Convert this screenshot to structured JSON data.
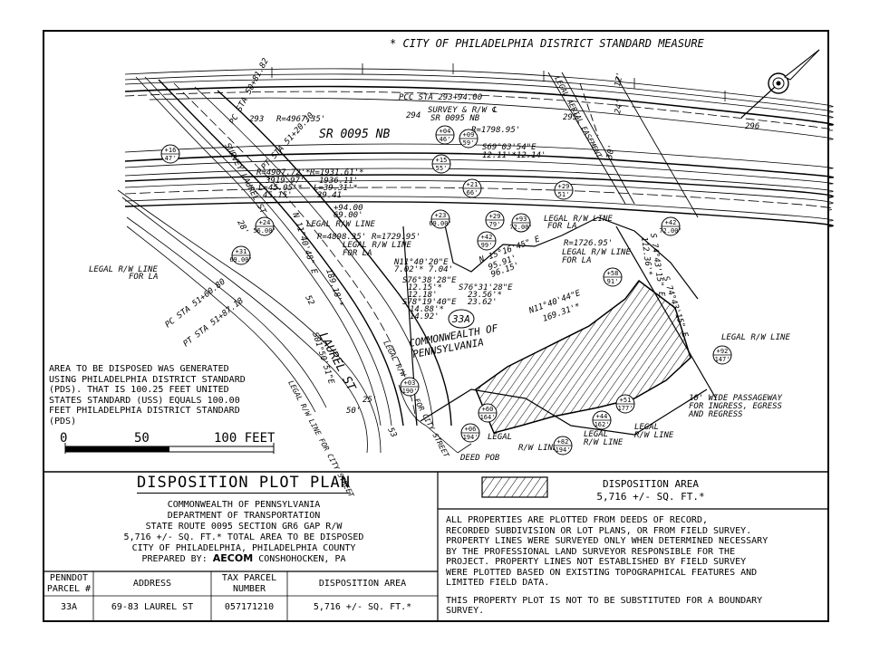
{
  "header_note": "* CITY OF PHILADELPHIA DISTRICT STANDARD MEASURE",
  "plan_labels": {
    "pcc_sta": "PCC STA 293+94.00",
    "survey_rw": "SURVEY & R/W ℄",
    "sr_nb": "SR 0095 NB",
    "sr_nb_big": "SR 0095 NB",
    "sta_294": "294",
    "sta_295": "295",
    "sta_296": "296",
    "sta_293": "293",
    "r_4967": "R=4967.35'",
    "r_1798": "R=1798.95'",
    "pc_sta_top": "PC STA 50+81.82",
    "pt_sta_top": "PT STA 51+20.30",
    "s69": "S69°03'54\"E",
    "s69_dist": "12.11'*12.14'",
    "r_4907": "R=4907.72'*",
    "r_1931": "R=1931.61'*",
    "val_3919": "3919.97'",
    "val_1936": "1936.11'",
    "l_4505": "L=45.05'*",
    "l_3931": "L=39.31'*",
    "l_4515": "45.15'",
    "l_3941": "39.41",
    "survey_laurel": "SURVEY LAUREL ST",
    "legal_aerial": "LEGAL AERIAL EASEMENT",
    "ft_24": "24'",
    "ft_12": "12'",
    "ft_30": "30'",
    "v_9400": "+94.00",
    "v_6900a": "69.00'",
    "legal_rw_1": "LEGAL R/W LINE",
    "r_4898": "R=4898.35'",
    "r_1729": "R=1729.95'",
    "legal_rw_la_1": "LEGAL R/W LINE",
    "for_la_1": "FOR LA",
    "legal_rw_la_2": "LEGAL R/W LINE",
    "for_la_2": "FOR LA",
    "r_1726": "R=1726.95'",
    "legal_rw_la_3": "LEGAL R/W LINE",
    "for_la_3": "FOR LA",
    "v_7200": "72.00'",
    "v_6900b": "69.00'",
    "v_6900c": "69.00'",
    "v_5600": "56.00'",
    "n11_40": "N11°40'20\"E",
    "n11_40_d": "7.02'* 7.04'",
    "n15_16": "N 15°16'45\" E",
    "n15_16_d": "95.91'",
    "n15_16_d2": "96.15'",
    "s76_38": "S76°38'28\"E",
    "s76_38_d": "12.15'*",
    "s76_38_d2": "12.18'",
    "s78_19": "S78°19'40\"E",
    "s78_19_d": "14.88'*",
    "s78_19_d2": "14.92'",
    "s76_31": "S76°31'28\"E",
    "s76_31_d": "23.56'*",
    "s76_31_d2": "23.62'",
    "parcel_33a": "33A",
    "commonwealth": "COMMONWEALTH OF",
    "penn": "PENNSYLVANIA",
    "n11_44": "N11°40'44\"E",
    "n11_44_d": "169.31'*",
    "pc_sta_bot": "PC STA 51+60.80",
    "pt_sta_bot": "PT STA 51+87.18",
    "laurel_st": "LAUREL ST",
    "legal_rw_city": "LEGAL R/W LINE FOR CITY STREET",
    "legal_rw_city2": "LEGAL R/W LINE FOR CITY STREET",
    "legal_rw_la_left": "LEGAL R/W LINE",
    "for_la_left": "FOR LA",
    "legal_rw_right": "LEGAL R/W LINE",
    "passageway": "10' WIDE PASSAGEWAY",
    "passageway2": "FOR INGRESS, EGRESS",
    "passageway3": "AND REGRESS",
    "legal_rw_b1": "LEGAL",
    "legal_rw_b1b": "R/W LINE",
    "legal_rw_b2": "LEGAL",
    "legal_rw_b2b": "R/W LINE",
    "legal_rw_b3": "LEGAL",
    "legal_rw_b3b": "R/W LINE",
    "deed_pob": "DEED POB",
    "ft_50": "50'",
    "ft_52": "52",
    "ft_53": "53",
    "s74": "S 74°43'15\" E",
    "s74_d": "112.36'*",
    "s74_b": "S 74°43'15\" E",
    "n11_left": "N 11°40'48\" E",
    "s01": "S01°50'51\"E",
    "dist_189": "189.18'*",
    "dist_ft28": "28'",
    "ft_25": "25'"
  },
  "markers": [
    {
      "top": "+04",
      "bot": "46'"
    },
    {
      "top": "+09",
      "bot": "59'"
    },
    {
      "top": "+15",
      "bot": "55'"
    },
    {
      "top": "+21",
      "bot": "66'"
    },
    {
      "top": "+29",
      "bot": "51'"
    },
    {
      "top": "+42",
      "bot": "72.00'"
    },
    {
      "top": "+16",
      "bot": "47'"
    },
    {
      "top": "+24",
      "bot": "56.00'"
    },
    {
      "top": "+31",
      "bot": "69.00'"
    },
    {
      "top": "+23",
      "bot": "69.00'"
    },
    {
      "top": "+29",
      "bot": "79'"
    },
    {
      "top": "+93",
      "bot": "72.00'"
    },
    {
      "top": "+42",
      "bot": "99'"
    },
    {
      "top": "+58",
      "bot": "91'"
    },
    {
      "top": "+92",
      "bot": "147'"
    },
    {
      "top": "+03",
      "bot": "190'"
    },
    {
      "top": "+06",
      "bot": "194'"
    },
    {
      "top": "+60",
      "bot": "164'"
    },
    {
      "top": "+82",
      "bot": "194'"
    },
    {
      "top": "+44",
      "bot": "162'"
    },
    {
      "top": "+51",
      "bot": "177'"
    }
  ],
  "left_note": "AREA TO BE DISPOSED WAS GENERATED\nUSING PHILADELPHIA DISTRICT STANDARD\n(PDS). THAT IS 100.25 FEET UNITED\nSTATES STANDARD (USS) EQUALS 100.00\nFEET PHILADELPHIA DISTRICT STANDARD\n(PDS)",
  "scale": {
    "l0": "0",
    "l50": "50",
    "l100": "100 FEET"
  },
  "title_block": {
    "title": "DISPOSITION PLOT PLAN",
    "lines": [
      "COMMONWEALTH OF PENNSYLVANIA",
      "DEPARTMENT OF TRANSPORTATION",
      "STATE ROUTE 0095 SECTION GR6 GAP R/W",
      "5,716 +/- SQ. FT.* TOTAL AREA TO BE DISPOSED",
      "CITY OF PHILADELPHIA, PHILADELPHIA COUNTY"
    ],
    "prepared_by": "PREPARED BY:",
    "brand": "AECOM",
    "location": "CONSHOHOCKEN, PA"
  },
  "legend": {
    "label": "DISPOSITION AREA",
    "area": "5,716 +/- SQ. FT.*"
  },
  "table": {
    "headers": [
      "PENNDOT\nPARCEL #",
      "ADDRESS",
      "TAX PARCEL\nNUMBER",
      "DISPOSITION AREA"
    ],
    "row": [
      "33A",
      "69-83 LAUREL ST",
      "057171210",
      "5,716 +/- SQ. FT.*"
    ]
  },
  "notes": [
    "ALL PROPERTIES ARE PLOTTED FROM DEEDS OF RECORD,\nRECORDED SUBDIVISION OR LOT PLANS, OR FROM FIELD SURVEY.\nPROPERTY LINES WERE SURVEYED ONLY WHEN DETERMINED NECESSARY\nBY THE PROFESSIONAL LAND SURVEYOR RESPONSIBLE FOR THE\nPROJECT. PROPERTY LINES NOT ESTABLISHED BY FIELD SURVEY\nWERE PLOTTED BASED ON EXISTING TOPOGRAPHICAL FEATURES AND\nLIMITED FIELD DATA.",
    "THIS PROPERTY PLOT IS NOT TO BE SUBSTITUTED FOR A BOUNDARY\nSURVEY."
  ]
}
